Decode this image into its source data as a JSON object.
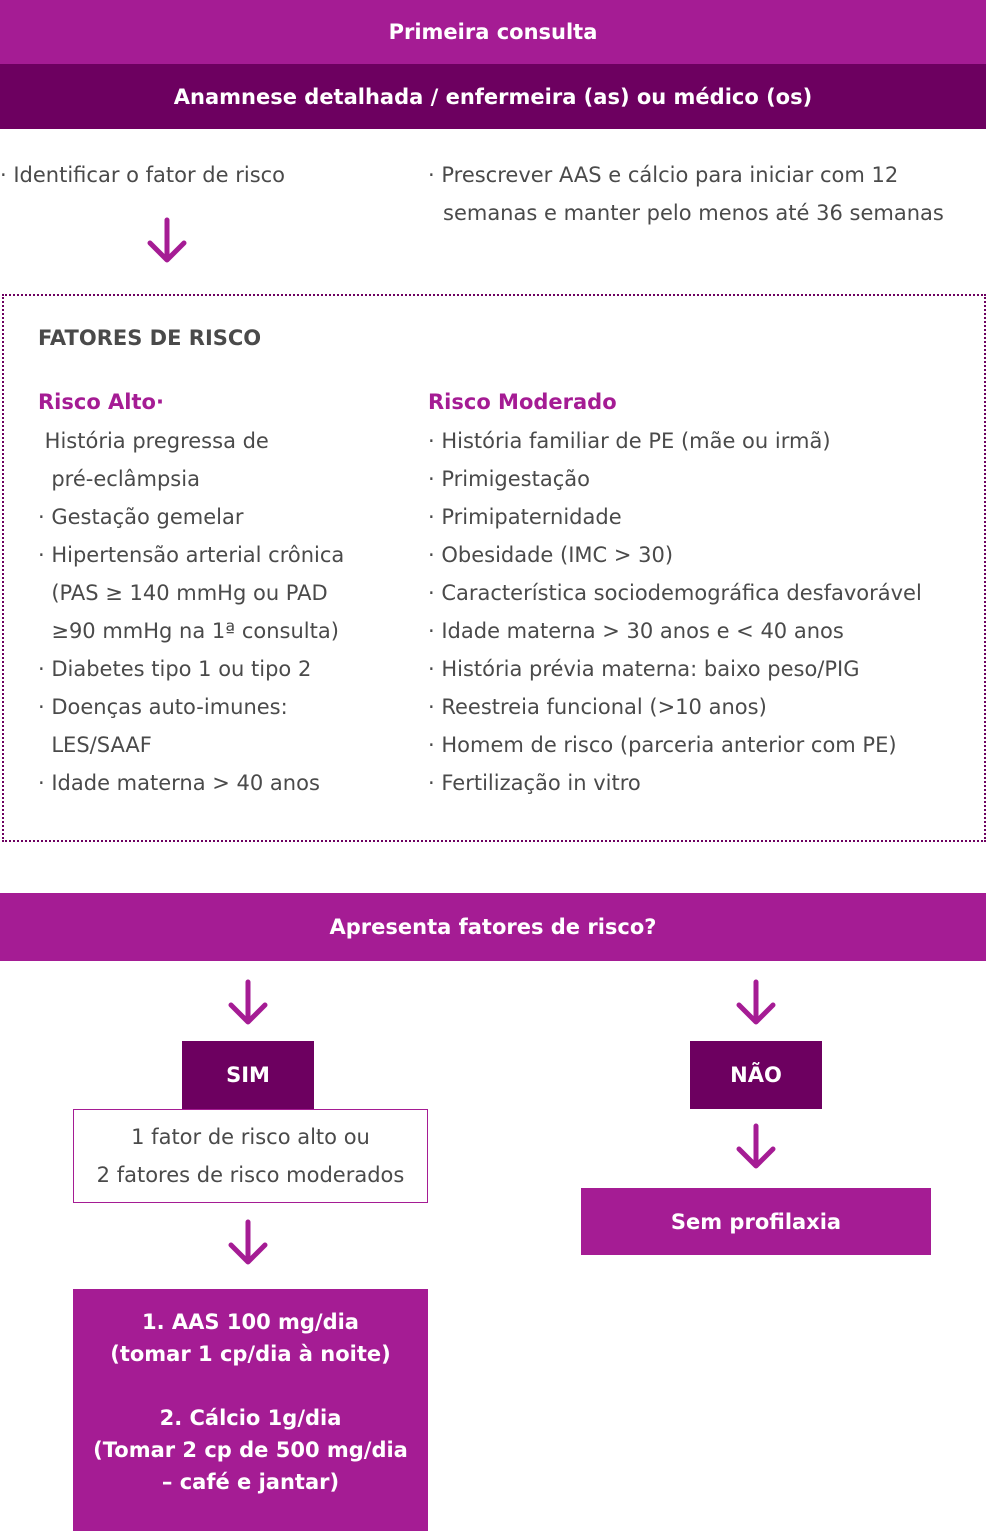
{
  "header": {
    "first_consult": "Primeira consulta",
    "anamnesis": "Anamnese detalhada / enfermeira (as) ou médico (os)"
  },
  "steps": {
    "identify": "· Identificar o fator de risco",
    "prescribe_line1": "· Prescrever AAS e cálcio para iniciar com 12",
    "prescribe_line2": "semanas e manter pelo menos até 36 semanas"
  },
  "risk_factors": {
    "title": "FATORES DE RISCO",
    "high": {
      "heading": "Risco Alto·",
      "lines": [
        " História pregressa de",
        "  pré-eclâmpsia",
        "· Gestação gemelar",
        "· Hipertensão arterial crônica",
        "  (PAS ≥ 140 mmHg ou PAD",
        "  ≥90 mmHg na 1ª consulta)",
        "· Diabetes tipo 1 ou tipo 2",
        "· Doenças auto-imunes:",
        "  LES/SAAF",
        "· Idade materna > 40 anos"
      ]
    },
    "moderate": {
      "heading": "Risco Moderado",
      "lines": [
        "· História familiar de PE (mãe ou irmã)",
        "· Primigestação",
        "· Primipaternidade",
        "· Obesidade (IMC > 30)",
        "· Característica sociodemográfica desfavorável",
        "· Idade materna > 30 anos e < 40 anos",
        "· História prévia materna: baixo peso/PIG",
        "· Reestreia funcional (>10 anos)",
        "· Homem de risco (parceria anterior com PE)",
        "· Fertilização in vitro"
      ]
    }
  },
  "question": "Apresenta fatores de risco?",
  "yes_branch": {
    "label": "SIM",
    "criteria_line1": "1 fator de risco alto ou",
    "criteria_line2": "2 fatores de risco moderados",
    "treatment": {
      "line1": "1. AAS 100 mg/dia",
      "line2": "(tomar 1 cp/dia à noite)",
      "line3": "2. Cálcio 1g/dia",
      "line4": "(Tomar 2 cp de 500 mg/dia",
      "line5": "– café e jantar)"
    }
  },
  "no_branch": {
    "label": "NÃO",
    "result": "Sem profilaxia"
  },
  "colors": {
    "magenta": "#a51c94",
    "dark_purple": "#6d0060",
    "text_gray": "#4a4a4a"
  },
  "icons": {
    "flow_arrow": "arrow-down-icon"
  }
}
